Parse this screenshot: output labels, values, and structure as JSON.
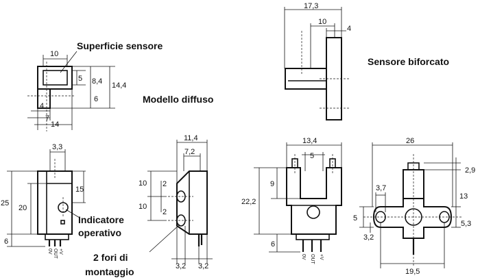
{
  "labels": {
    "surface": "Superficie sensore",
    "diffuse_model": "Modello diffuso",
    "fork_sensor": "Sensore biforcato",
    "indicator_1": "Indicatore",
    "indicator_2": "operativo",
    "mount_holes_1": "2 fori di",
    "mount_holes_2": "montaggio"
  },
  "dims_diffuse_top": {
    "w10": "10",
    "h5": "5",
    "h8_4": "8,4",
    "h14_4": "14,4",
    "h6": "6",
    "w4": "4",
    "w7": "7",
    "w14": "14"
  },
  "dims_diffuse_front": {
    "w3_3": "3,3",
    "h25": "25",
    "h20": "20",
    "h15": "15",
    "h6": "6"
  },
  "dims_diffuse_side": {
    "w11_4": "11,4",
    "w7_2": "7,2",
    "h10a": "10",
    "h10b": "10",
    "h2a": "2",
    "h2b": "2",
    "w3_2a": "3,2",
    "w3_2b": "3,2"
  },
  "dims_fork_top": {
    "w17_3": "17,3",
    "w10": "10",
    "w4": "4"
  },
  "dims_fork_front": {
    "w13_4": "13,4",
    "w5": "5",
    "h22_2": "22,2",
    "h9": "9",
    "h6": "6"
  },
  "dims_fork_side": {
    "w26": "26",
    "h2_9": "2,9",
    "w3_7": "3,7",
    "h13": "13",
    "h5": "5",
    "h5_3": "5,3",
    "h3_2": "3,2",
    "w19_5": "19,5"
  },
  "pins": {
    "zero_v": "0V",
    "out": "OUT",
    "plus_v": "+V"
  }
}
